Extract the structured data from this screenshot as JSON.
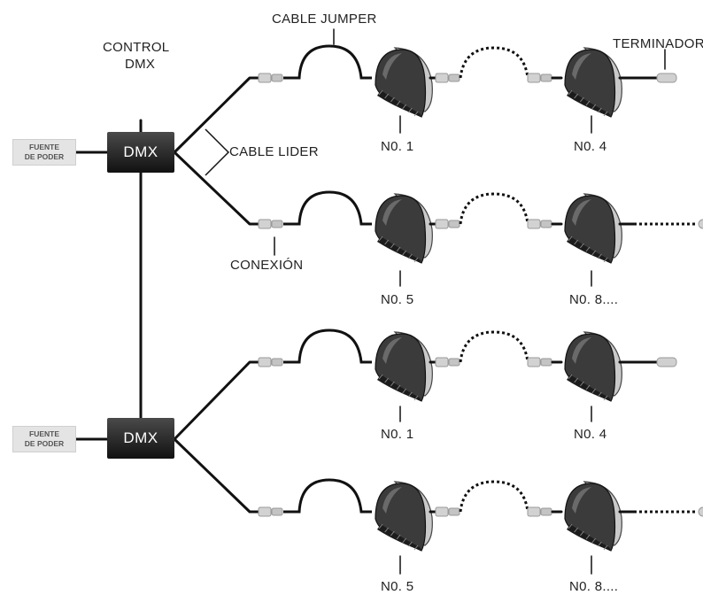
{
  "labels": {
    "cable_jumper": "CABLE JUMPER",
    "control_dmx_line1": "CONTROL",
    "control_dmx_line2": "DMX",
    "cable_lider": "CABLE LIDER",
    "conexion": "CONEXIÓN",
    "terminador": "TERMINADOR"
  },
  "power_supply": {
    "line1": "FUENTE",
    "line2": "DE PODER"
  },
  "controller_label": "DMX",
  "fixtures": {
    "row1_first": "N0. 1",
    "row1_last": "N0. 4",
    "row2_first": "N0. 5",
    "row2_last": "N0. 8....",
    "row3_first": "N0. 1",
    "row3_last": "N0. 4",
    "row4_first": "N0. 5",
    "row4_last": "N0. 8...."
  },
  "icons": [
    "fixture-icon",
    "connector-icon",
    "terminator-icon"
  ],
  "colors": {
    "line": "#111111",
    "box": "#2a2a2a",
    "psu_bg": "#e4e4e4"
  }
}
